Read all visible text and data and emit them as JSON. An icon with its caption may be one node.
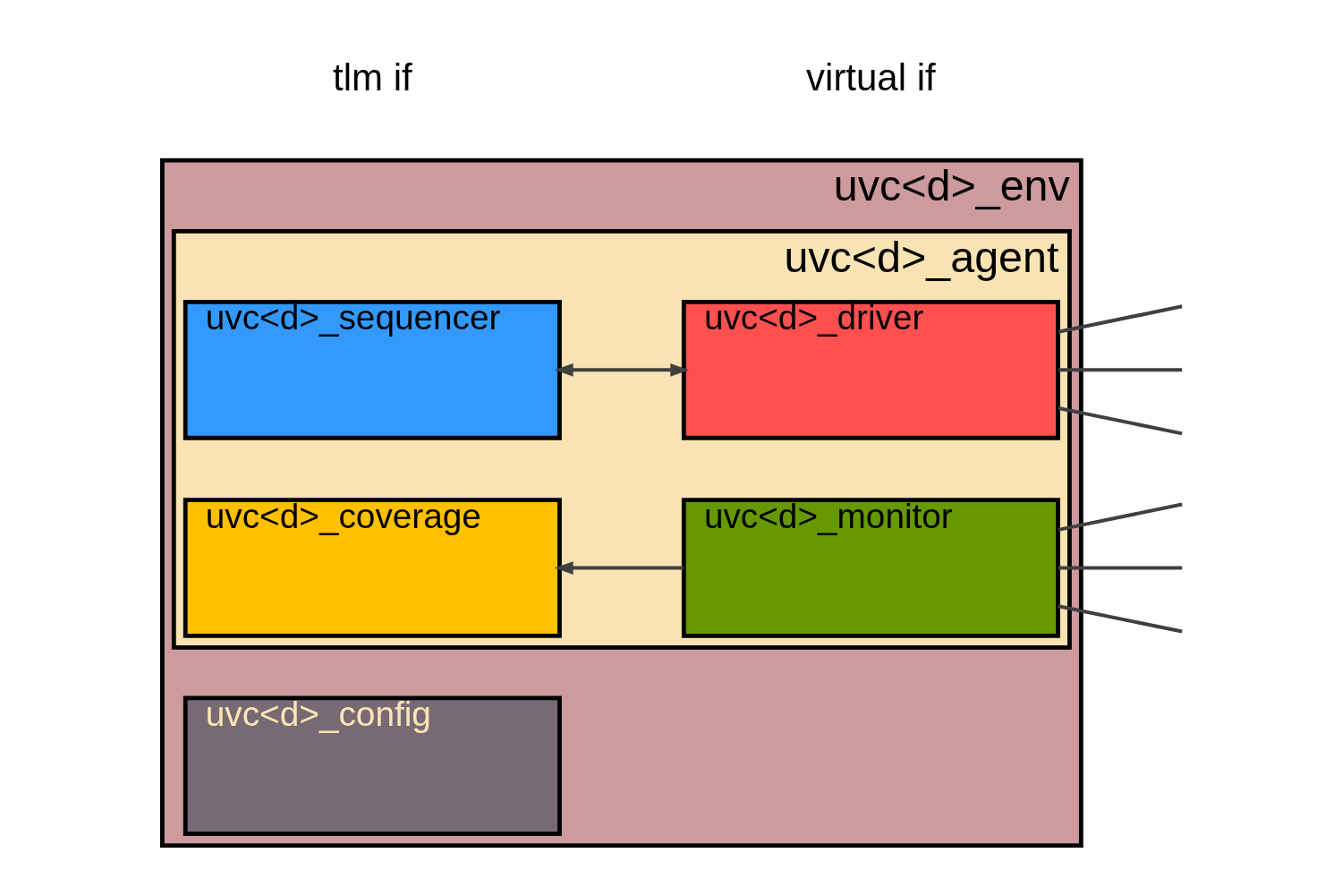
{
  "diagram": {
    "nodes": [
      {
        "text": [
          "uvc<d>_env"
        ]
      },
      {
        "text": [
          "uvc<d>_config"
        ],
        "in": 0
      },
      {
        "text": [
          "uvc<d>_agent"
        ],
        "in": 0
      },
      {
        "text": [
          "uvc<d>_coverage"
        ],
        "in": 2
      },
      {
        "text": [
          "uvc<d>_monitor"
        ],
        "in": 2
      },
      {
        "text": [
          "uvc<d>_sequencer"
        ],
        "in": 2
      },
      {
        "text": [
          "uvc<d>_driver"
        ],
        "in": 2
      }
    ],
    "edges": [
      {
        "from": 4,
        "to": 3,
        "arrow": "to"
      },
      {
        "from": 5,
        "to": 6,
        "arrow": "both"
      },
      {
        "from": 4,
        "to": null,
        "arrow": "none"
      },
      {
        "from": 4,
        "to": null,
        "arrow": "none"
      },
      {
        "from": 4,
        "to": null,
        "arrow": "none"
      },
      {
        "from": 6,
        "to": null,
        "arrow": "none"
      },
      {
        "from": 6,
        "to": null,
        "arrow": "none"
      },
      {
        "from": 6,
        "to": null,
        "arrow": "none"
      }
    ],
    "labels": [
      "tlm if",
      "virtual if"
    ]
  }
}
